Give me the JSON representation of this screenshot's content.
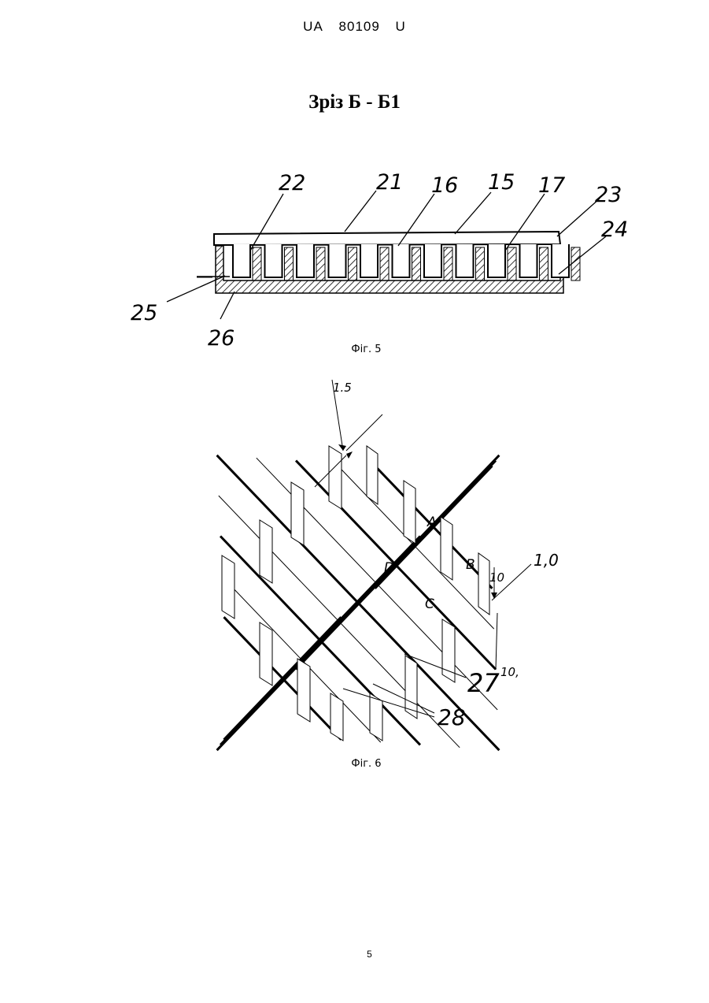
{
  "header": {
    "prefix": "UA",
    "number": "80109",
    "suffix": "U"
  },
  "section_title": "Зріз Б - Б1",
  "figure5": {
    "caption": "Фіг. 5",
    "labels": {
      "l21": "21",
      "l22": "22",
      "l16": "16",
      "l15": "15",
      "l17": "17",
      "l23": "23",
      "l24": "24",
      "l25": "25",
      "l26": "26"
    }
  },
  "figure6": {
    "caption": "Фіг. 6",
    "labels": {
      "dim_top": "1.5",
      "dim_right": "1,0",
      "dim_small1": "10",
      "dim_small2": "10,",
      "pt_A": "A",
      "pt_B": "B",
      "pt_C": "C",
      "pt_D": "D",
      "l27": "27",
      "l28": "28"
    }
  },
  "page_number": "5"
}
